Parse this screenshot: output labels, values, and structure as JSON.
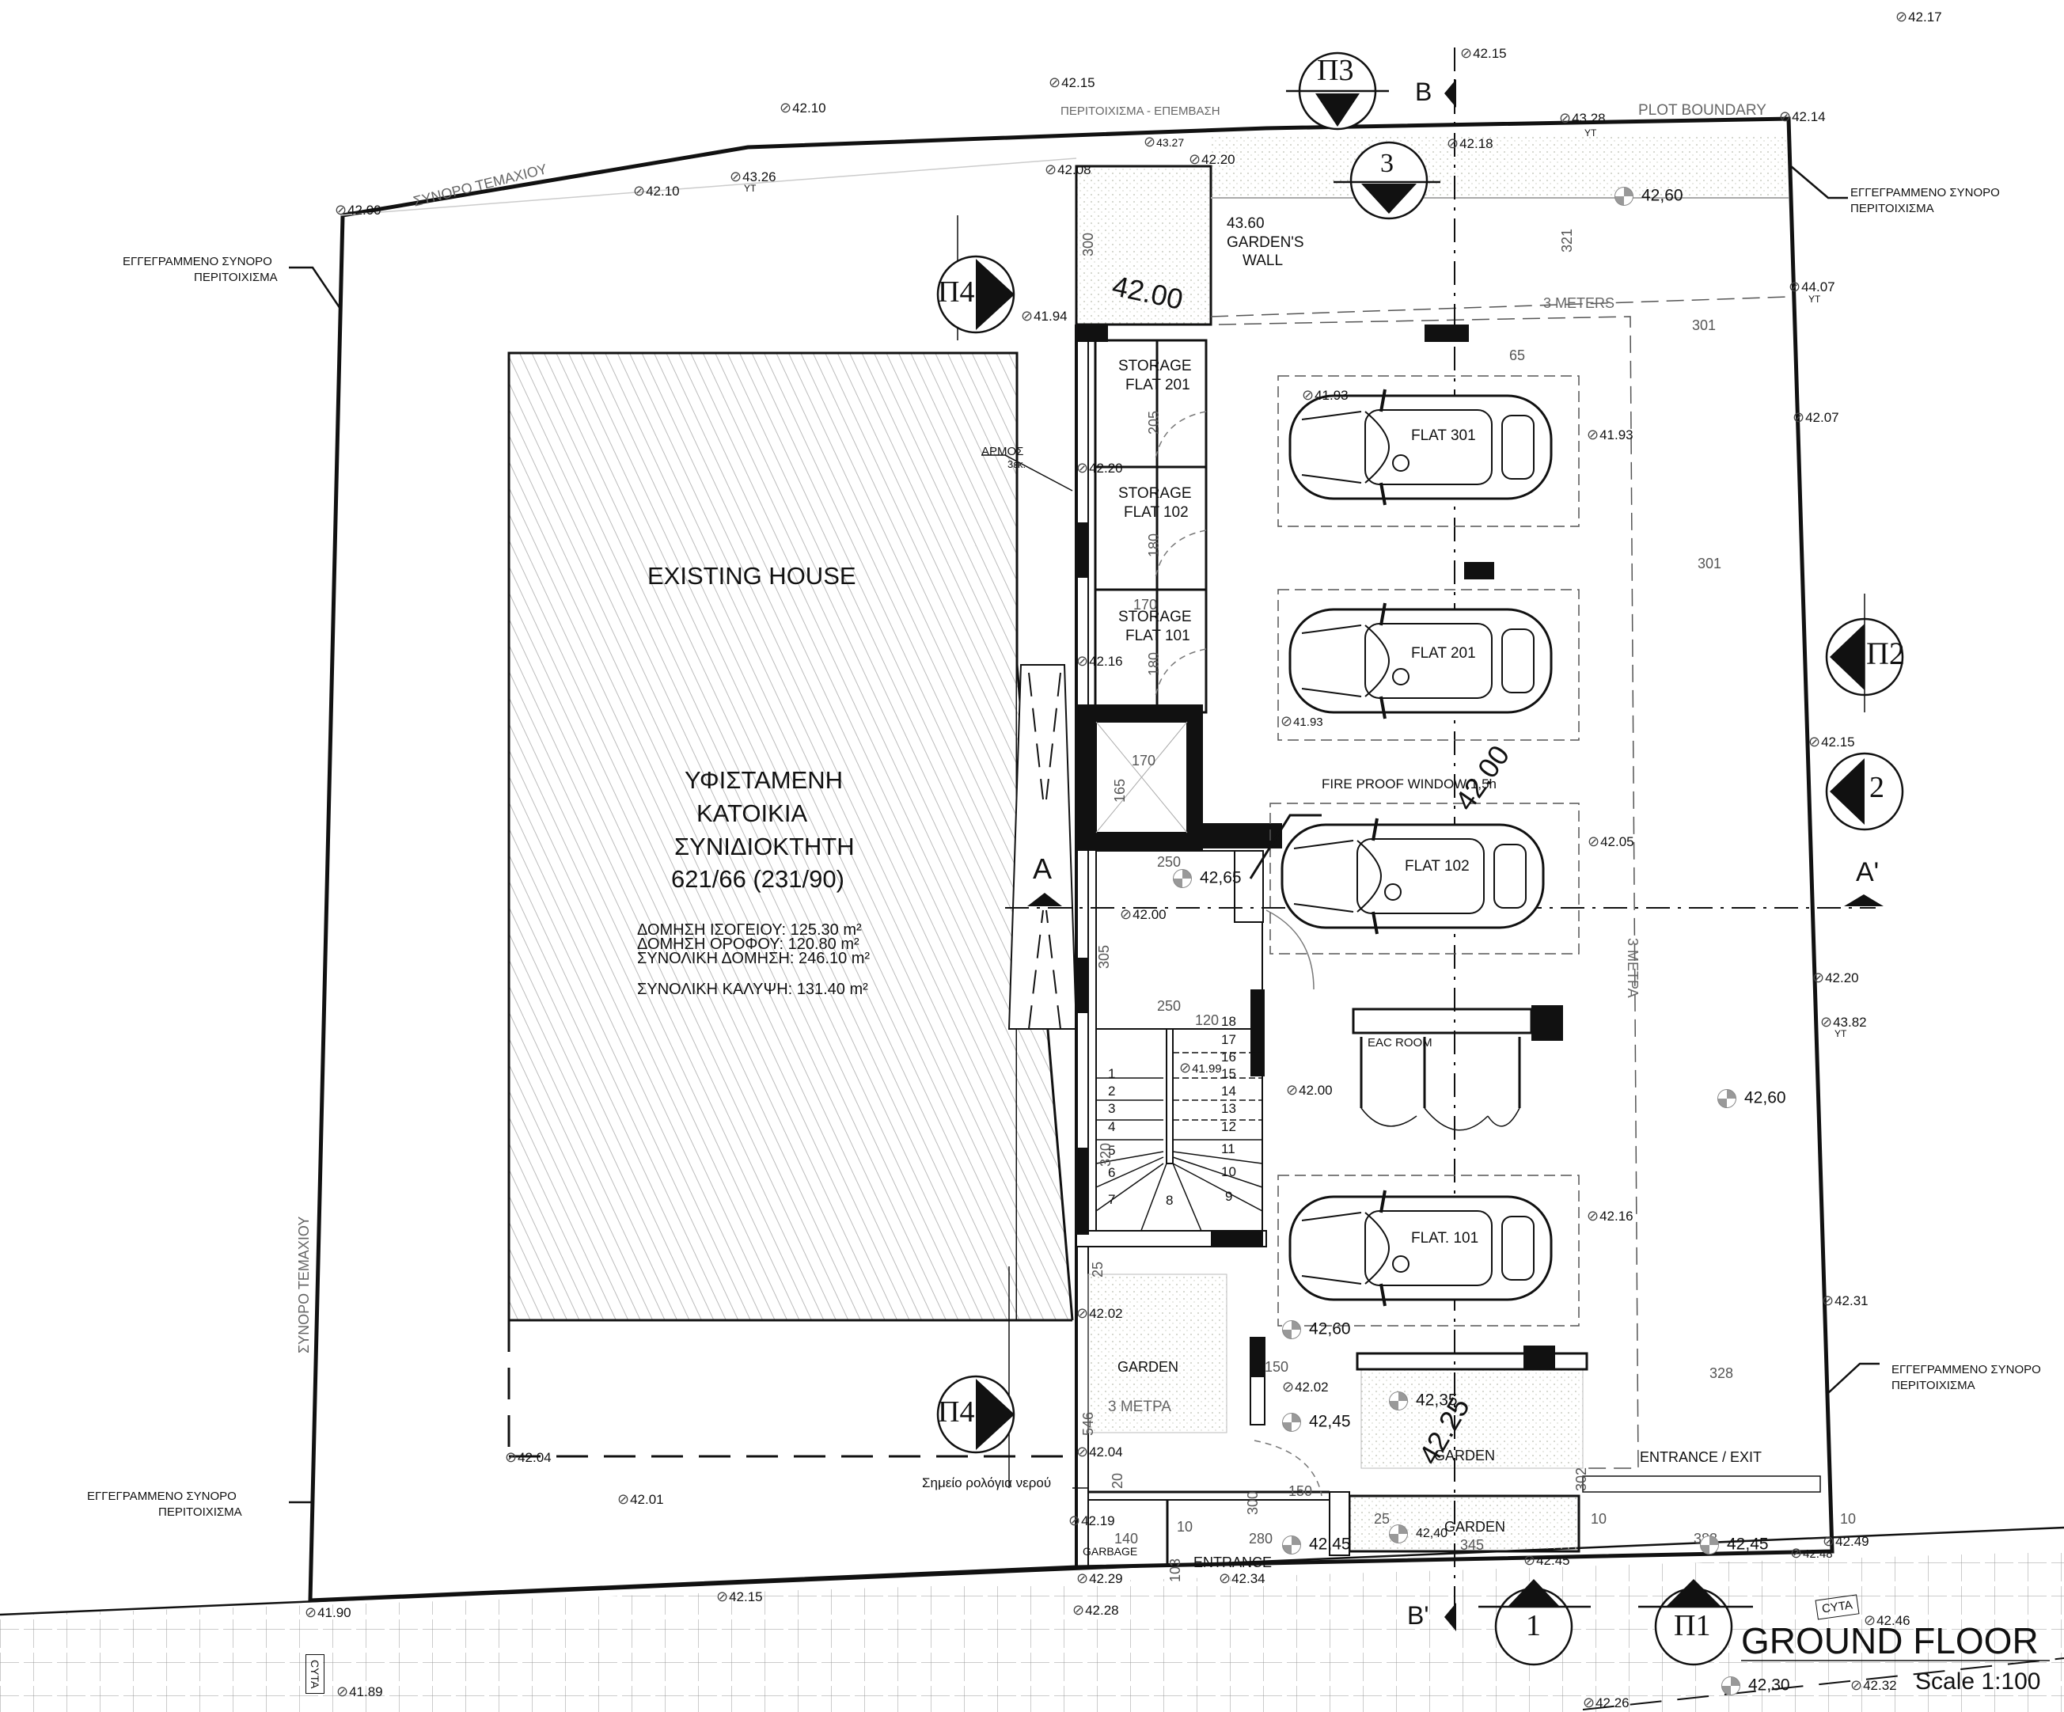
{
  "drawing": {
    "title": "GROUND FLOOR",
    "scale": "Scale 1:100"
  },
  "existing_house": {
    "label_en": "EXISTING HOUSE",
    "label_gr_line1": "ΥΦΙΣΤΑΜΕΝΗ",
    "label_gr_line2": "ΚΑΤΟΙΚΙΑ",
    "label_gr_line3": "ΣΥΝΙΔΙΟΚΤΗΤΗ",
    "plot_ref": "621/66 (231/90)",
    "areas": [
      {
        "label": "ΔΟΜΗΣΗ ΙΣΟΓΕΙΟΥ: 125.30 m²"
      },
      {
        "label": "ΔΟΜΗΣΗ ΟΡΟΦΟΥ: 120.80 m²"
      },
      {
        "label": "ΣΥΝΟΛΙΚΗ ΔΟΜΗΣΗ: 246.10 m²"
      },
      {
        "label": "ΣΥΝΟΛΙΚΗ ΚΑΛΥΨΗ: 131.40 m²"
      }
    ]
  },
  "boundaries": {
    "plot_boundary_gr": "ΣΥΝΟΡΟ ΤΕΜΑΧΙΟΥ",
    "plot_boundary_gr_vertical": "ΣΥΝΟΡΟ ΤΕΜΑΧΙΟΥ",
    "plot_boundary_en": "PLOT BOUNDARY",
    "encroach_wall": "ΠΕΡΙΤΟΙΧΙΣΜΑ - ΕΠΕΜΒΑΣΗ",
    "registered_line1": "ΕΓΓΕΓΡΑΜΜΕΝΟ ΣΥΝΟΡΟ",
    "registered_line2": "ΠΕΡΙΤΟΙΧΙΣΜΑ",
    "joint": "ΑΡΜΟΣ",
    "joint_sub": "3εκ.",
    "water_meter": "Σημείο ρολόγια νερού",
    "setback_en": "3 METERS",
    "setback_gr": "3 ΜΕΤΡΑ"
  },
  "rooms": {
    "storage_201": [
      "STORAGE",
      "FLAT 201"
    ],
    "storage_102": [
      "STORAGE",
      "FLAT 102"
    ],
    "storage_101": [
      "STORAGE",
      "FLAT 101"
    ],
    "garden_wall_level": "43.60",
    "garden_wall_line1": "GARDEN'S",
    "garden_wall_line2": "WALL",
    "garden_level_top": "42.00",
    "fire_window": "FIRE PROOF WINDOW 1,5h",
    "eac_room": "EAC ROOM",
    "garden": "GARDEN",
    "garbage": "GARBAGE",
    "entrance": "ENTRANCE",
    "entrance_exit": "ENTRANCE / EXIT",
    "cyta": "CYTA",
    "ramp_level": "42.00",
    "front_garden_level": "42.25"
  },
  "parking": [
    {
      "label": "FLAT 301"
    },
    {
      "label": "FLAT 201"
    },
    {
      "label": "FLAT 102"
    },
    {
      "label": "FLAT. 101"
    }
  ],
  "stairs": {
    "steps": [
      "1",
      "2",
      "3",
      "4",
      "5",
      "6",
      "7",
      "8",
      "9",
      "10",
      "11",
      "12",
      "13",
      "14",
      "15",
      "16",
      "17",
      "18"
    ]
  },
  "section_markers": {
    "P3": "Π3",
    "P4a": "Π4",
    "P4b": "Π4",
    "P2": "Π2",
    "P1": "Π1",
    "s3": "3",
    "s2": "2",
    "s1": "1",
    "A": "A",
    "A_prime": "A'",
    "B": "B",
    "B_prime": "B'"
  },
  "dimensions": {
    "d300": "300",
    "d321": "321",
    "d301a": "301",
    "d301b": "301",
    "d65": "65",
    "d205": "205",
    "d180a": "180",
    "d170a": "170",
    "d180b": "180",
    "d170b": "170",
    "d165": "165",
    "d250a": "250",
    "d305": "305",
    "d250b": "250",
    "d120": "120",
    "d320": "320",
    "d25": "25",
    "d150a": "150",
    "d546": "546",
    "d20": "20",
    "d300b": "300",
    "d150b": "150",
    "d140": "140",
    "d103": "103",
    "d10a": "10",
    "d280": "280",
    "d25b": "25",
    "d345": "345",
    "d10b": "10",
    "d10c": "10",
    "d383": "383",
    "d302": "302",
    "d328": "328"
  },
  "spot_levels": [
    {
      "id": "sp1",
      "value": "42,60"
    },
    {
      "id": "sp2",
      "value": "42,65"
    },
    {
      "id": "sp3",
      "value": "42,60"
    },
    {
      "id": "sp4",
      "value": "42,60"
    },
    {
      "id": "sp5",
      "value": "42,35"
    },
    {
      "id": "sp6",
      "value": "42,45"
    },
    {
      "id": "sp7",
      "value": "42,40"
    },
    {
      "id": "sp8",
      "value": "42,45"
    },
    {
      "id": "sp9",
      "value": "42,45"
    },
    {
      "id": "sp10",
      "value": "42,30"
    }
  ],
  "survey_levels": [
    {
      "v": "42.17"
    },
    {
      "v": "42.15"
    },
    {
      "v": "42.15"
    },
    {
      "v": "42.10"
    },
    {
      "v": "43.28"
    },
    {
      "v": "42.14"
    },
    {
      "v": "43.27"
    },
    {
      "v": "42.18"
    },
    {
      "v": "42.20"
    },
    {
      "v": "42.08"
    },
    {
      "v": "43.26"
    },
    {
      "v": "42.10"
    },
    {
      "v": "42.00"
    },
    {
      "v": "44.07"
    },
    {
      "v": "41.94"
    },
    {
      "v": "42.07"
    },
    {
      "v": "41.93"
    },
    {
      "v": "41.93"
    },
    {
      "v": "42.20"
    },
    {
      "v": "42.16"
    },
    {
      "v": "41.93"
    },
    {
      "v": "42.15"
    },
    {
      "v": "42.05"
    },
    {
      "v": "42.00"
    },
    {
      "v": "42.20"
    },
    {
      "v": "43.82"
    },
    {
      "v": "41.99"
    },
    {
      "v": "42.00"
    },
    {
      "v": "42.16"
    },
    {
      "v": "42.31"
    },
    {
      "v": "42.02"
    },
    {
      "v": "42.02"
    },
    {
      "v": "42.04"
    },
    {
      "v": "42.04"
    },
    {
      "v": "42.01"
    },
    {
      "v": "42.19"
    },
    {
      "v": "42.29"
    },
    {
      "v": "42.28"
    },
    {
      "v": "42.34"
    },
    {
      "v": "42.15"
    },
    {
      "v": "42.45"
    },
    {
      "v": "42.49"
    },
    {
      "v": "42.48"
    },
    {
      "v": "42.46"
    },
    {
      "v": "41.90"
    },
    {
      "v": "41.89"
    },
    {
      "v": "42.32"
    },
    {
      "v": "42.26"
    }
  ],
  "yt_marker": "YT"
}
